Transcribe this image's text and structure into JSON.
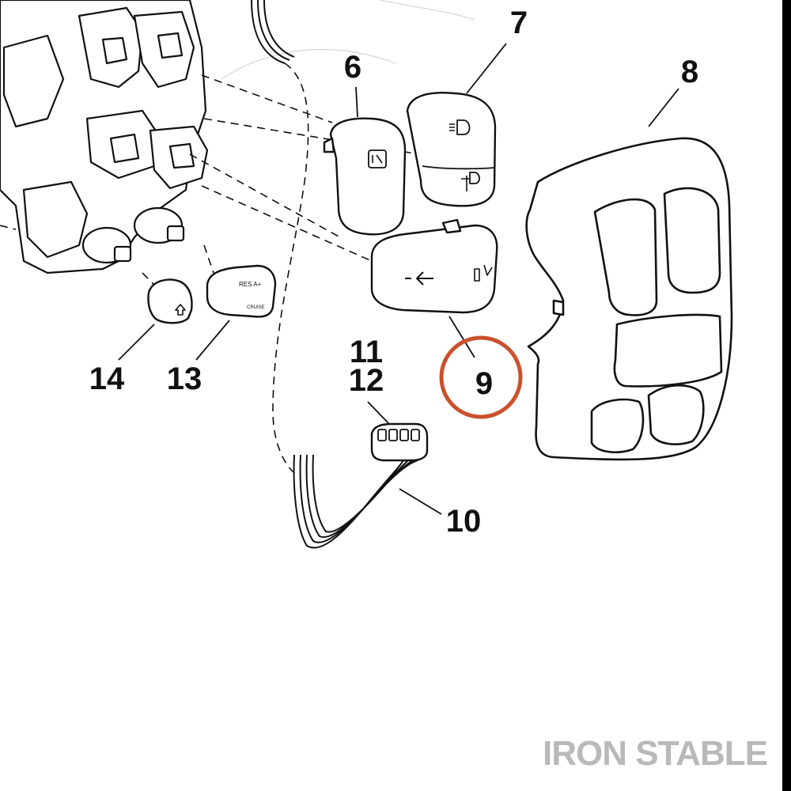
{
  "callouts": {
    "c6": "6",
    "c7": "7",
    "c8": "8",
    "c9": "9",
    "c10": "10",
    "c11": "11",
    "c12": "12",
    "c13": "13",
    "c14": "14"
  },
  "button_glyphs": {
    "cruise_top": "RES A+",
    "cruise_bottom": "CRUISE"
  },
  "highlight": {
    "target_callout": "9",
    "color": "#c9512c"
  },
  "watermark": {
    "text": "IRON STABLE",
    "color": "#b9b9b9"
  }
}
